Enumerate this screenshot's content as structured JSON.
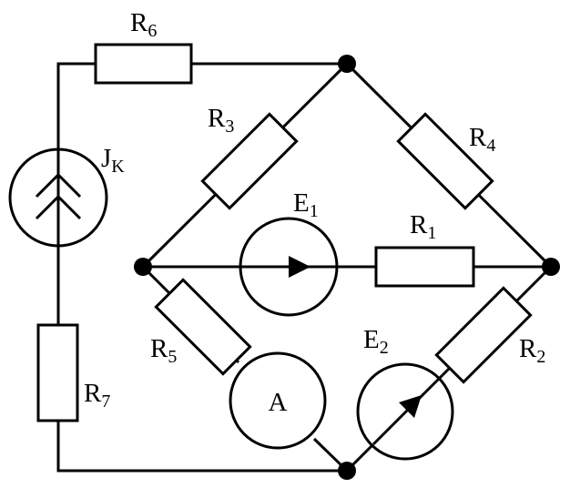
{
  "labels": {
    "r1": {
      "main": "R",
      "sub": "1"
    },
    "r2": {
      "main": "R",
      "sub": "2"
    },
    "r3": {
      "main": "R",
      "sub": "3"
    },
    "r4": {
      "main": "R",
      "sub": "4"
    },
    "r5": {
      "main": "R",
      "sub": "5"
    },
    "r6": {
      "main": "R",
      "sub": "6"
    },
    "r7": {
      "main": "R",
      "sub": "7"
    },
    "e1": {
      "main": "E",
      "sub": "1"
    },
    "e2": {
      "main": "E",
      "sub": "2"
    },
    "jk": {
      "main": "J",
      "sub": "K"
    },
    "ammeter": "A"
  }
}
